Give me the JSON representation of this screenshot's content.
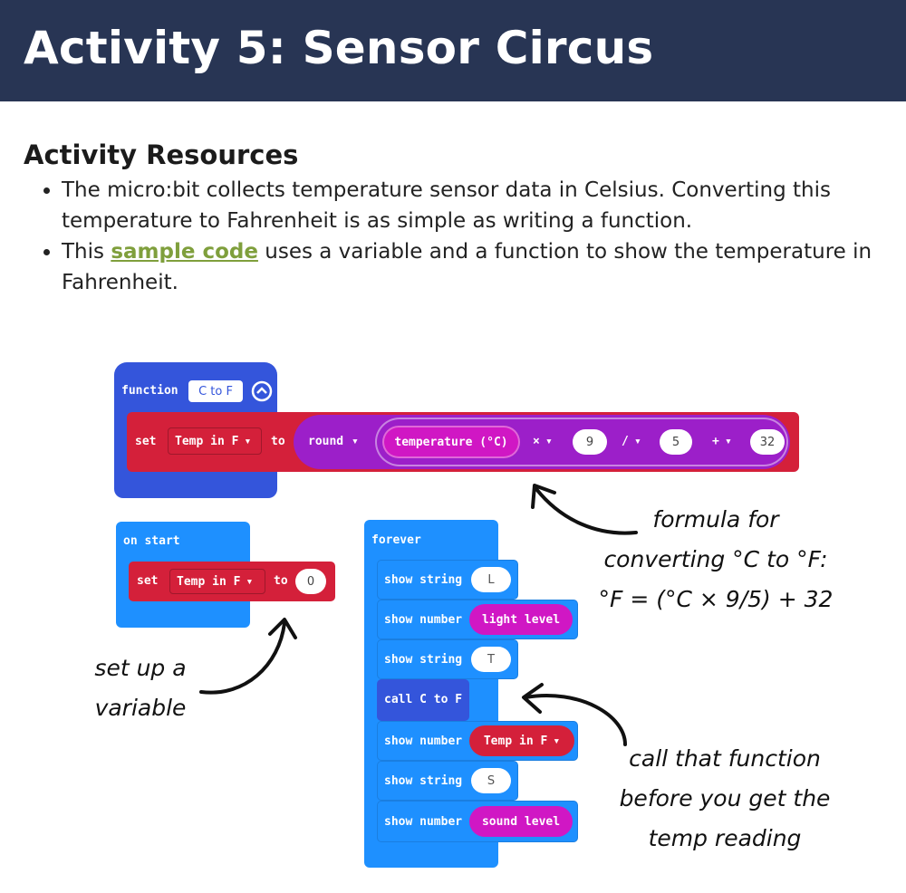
{
  "header": {
    "title": "Activity 5: Sensor Circus"
  },
  "resources": {
    "title": "Activity Resources",
    "bullet1": "The micro:bit collects temperature sensor data in Celsius. Converting this temperature to Fahrenheit is as simple as writing a function.",
    "bullet2_pre": "This ",
    "bullet2_link": "sample code",
    "bullet2_post": " uses a variable and a function to show the temperature in Fahrenheit."
  },
  "function_block": {
    "keyword": "function",
    "name": "C to F",
    "set": "set",
    "variable": "Temp in F",
    "to": "to",
    "round": "round",
    "temperature": "temperature (°C)",
    "mult": "×",
    "nine": "9",
    "div": "/",
    "five": "5",
    "plus": "+",
    "thirtytwo": "32"
  },
  "on_start": {
    "label": "on start",
    "set": "set",
    "variable": "Temp in F",
    "to": "to",
    "value": "0"
  },
  "forever": {
    "label": "forever",
    "rows": [
      {
        "cmd": "show string",
        "arg": "L"
      },
      {
        "cmd": "show number",
        "arg": "light level"
      },
      {
        "cmd": "show string",
        "arg": "T"
      },
      {
        "cmd": "call C to F",
        "arg": ""
      },
      {
        "cmd": "show number",
        "arg": "Temp in F"
      },
      {
        "cmd": "show string",
        "arg": "S"
      },
      {
        "cmd": "show number",
        "arg": "sound level"
      }
    ]
  },
  "notes": {
    "formula_line1": "formula for",
    "formula_line2": "converting °C to °F:",
    "formula_line3": "°F = (°C × 9/5) + 32",
    "variable_line1": "set up a",
    "variable_line2": "variable",
    "call_line1": "call that function",
    "call_line2": "before you get the",
    "call_line3": "temp reading"
  },
  "colors": {
    "header_bg": "#283554",
    "link": "#7f9f3c",
    "block_blue": "#1e90ff",
    "block_red": "#d4203a",
    "block_magenta": "#d017c4",
    "block_purple": "#9c1fc9",
    "block_dark_blue": "#3455db"
  }
}
